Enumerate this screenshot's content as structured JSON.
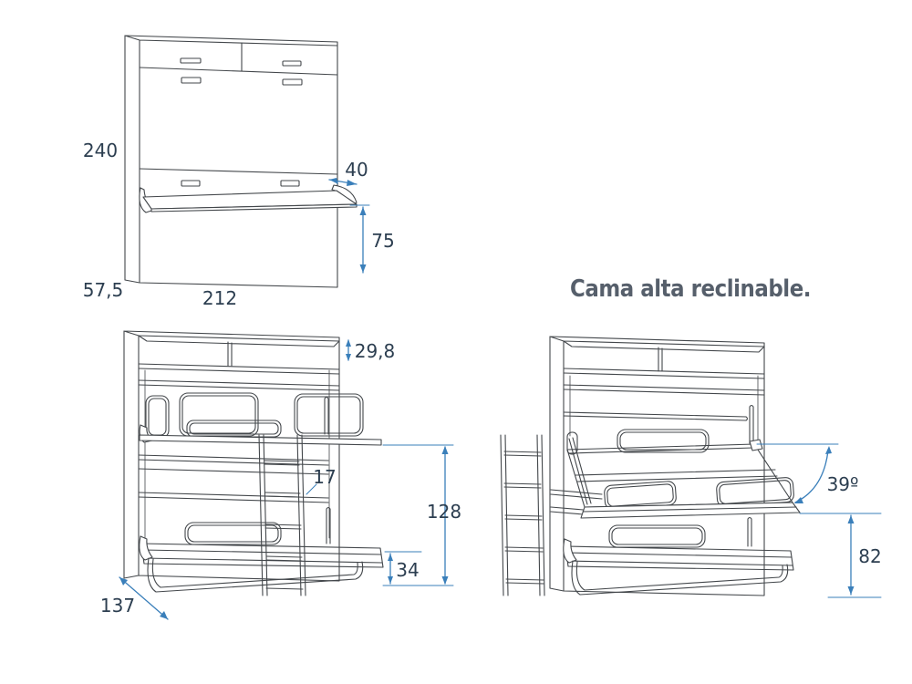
{
  "colors": {
    "line": "#43474b",
    "dim": "#3a7fba",
    "text": "#2c3e50",
    "title": "#565f6b",
    "bg": "#ffffff"
  },
  "views": {
    "closed_cabinet": {
      "dims": {
        "height": "240",
        "depth": "57,5",
        "width": "212",
        "desk_depth": "40",
        "desk_height": "75"
      }
    },
    "open_bunk": {
      "dims": {
        "top_shelf_height": "29,8",
        "shelf_gap": "17",
        "upper_bed_height": "128",
        "lower_bed_height": "34",
        "open_depth": "137"
      }
    },
    "reclined_bed": {
      "caption": "Cama alta reclinable.",
      "dims": {
        "recline_angle": "39º",
        "bed_edge_height": "82"
      }
    }
  }
}
